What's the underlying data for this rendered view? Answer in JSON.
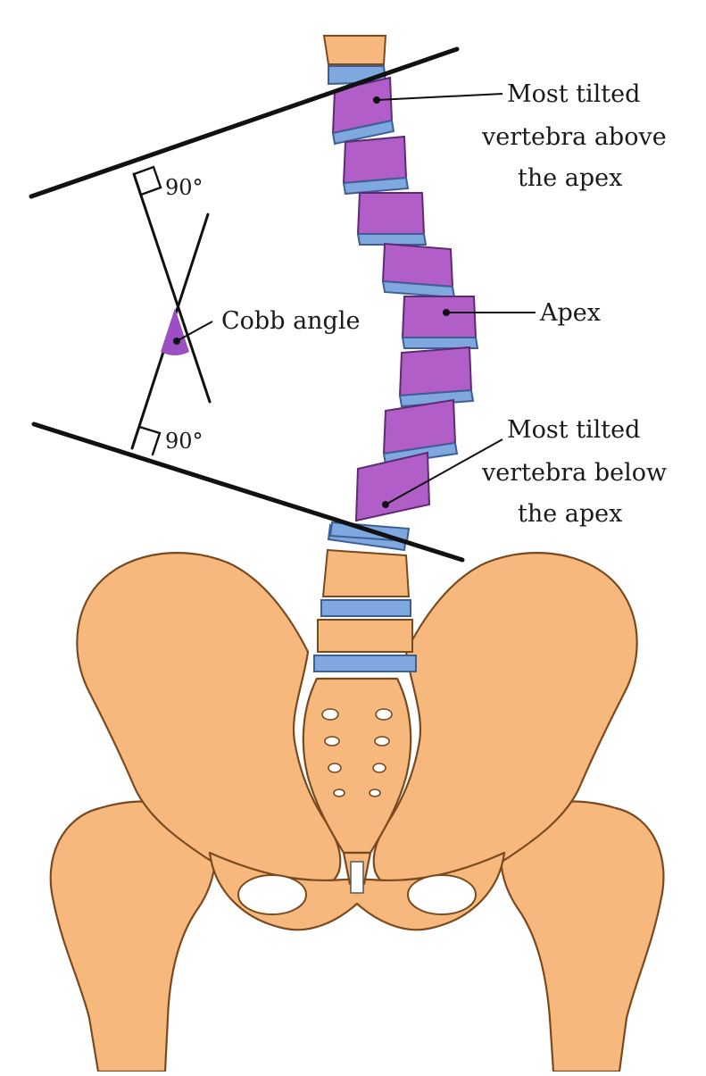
{
  "labels": {
    "upper_line1": "Most tilted",
    "upper_line2": "vertebra above",
    "upper_line3": "the apex",
    "apex": "Apex",
    "lower_line1": "Most tilted",
    "lower_line2": "vertebra below",
    "lower_line3": "the apex",
    "cobb": "Cobb angle",
    "deg_upper": "90°",
    "deg_lower": "90°"
  },
  "colors": {
    "bone": "#f7b87d",
    "bone_outline": "#7a4a1f",
    "vertebra": "#b25ec9",
    "vertebra_outline": "#5e2a70",
    "disc": "#7fa8e0",
    "line": "#111111",
    "cobb_fill": "#9b4fc2"
  }
}
